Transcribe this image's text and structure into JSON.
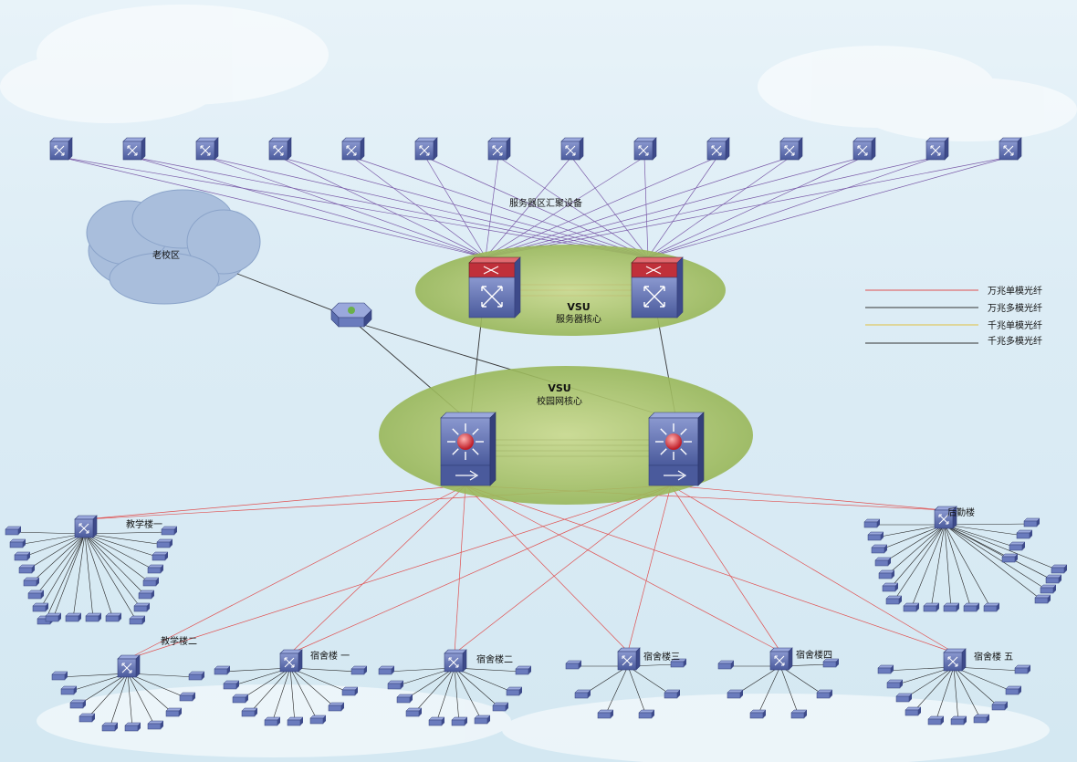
{
  "labels": {
    "server_agg": "服务器区汇聚设备",
    "old_campus": "老校区",
    "vsu_server_title": "VSU",
    "vsu_server_sub": "服务器核心",
    "vsu_core_title": "VSU",
    "vsu_core_sub": "校园网核心"
  },
  "legend": [
    {
      "label": "万兆单模光纤",
      "color": "#e05050"
    },
    {
      "label": "万兆多模光纤",
      "color": "#333333"
    },
    {
      "label": "千兆单模光纤",
      "color": "#e0c040"
    },
    {
      "label": "千兆多模光纤",
      "color": "#333333"
    }
  ],
  "buildings": [
    {
      "id": "teach1",
      "label": "教学楼一"
    },
    {
      "id": "logistics",
      "label": "后勤楼"
    },
    {
      "id": "teach2",
      "label": "教学楼二"
    },
    {
      "id": "dorm1",
      "label": "宿舍楼 一"
    },
    {
      "id": "dorm2",
      "label": "宿舍楼二"
    },
    {
      "id": "dorm3",
      "label": "宿舍楼三"
    },
    {
      "id": "dorm4",
      "label": "宿舍楼四"
    },
    {
      "id": "dorm5",
      "label": "宿舍楼 五"
    }
  ],
  "server_switch_count": 14,
  "colors": {
    "switch_body": "#5c6fb0",
    "core_red": "#c0303a",
    "ellipse_green": "#9ab856",
    "cloud": "#a9bedc"
  }
}
